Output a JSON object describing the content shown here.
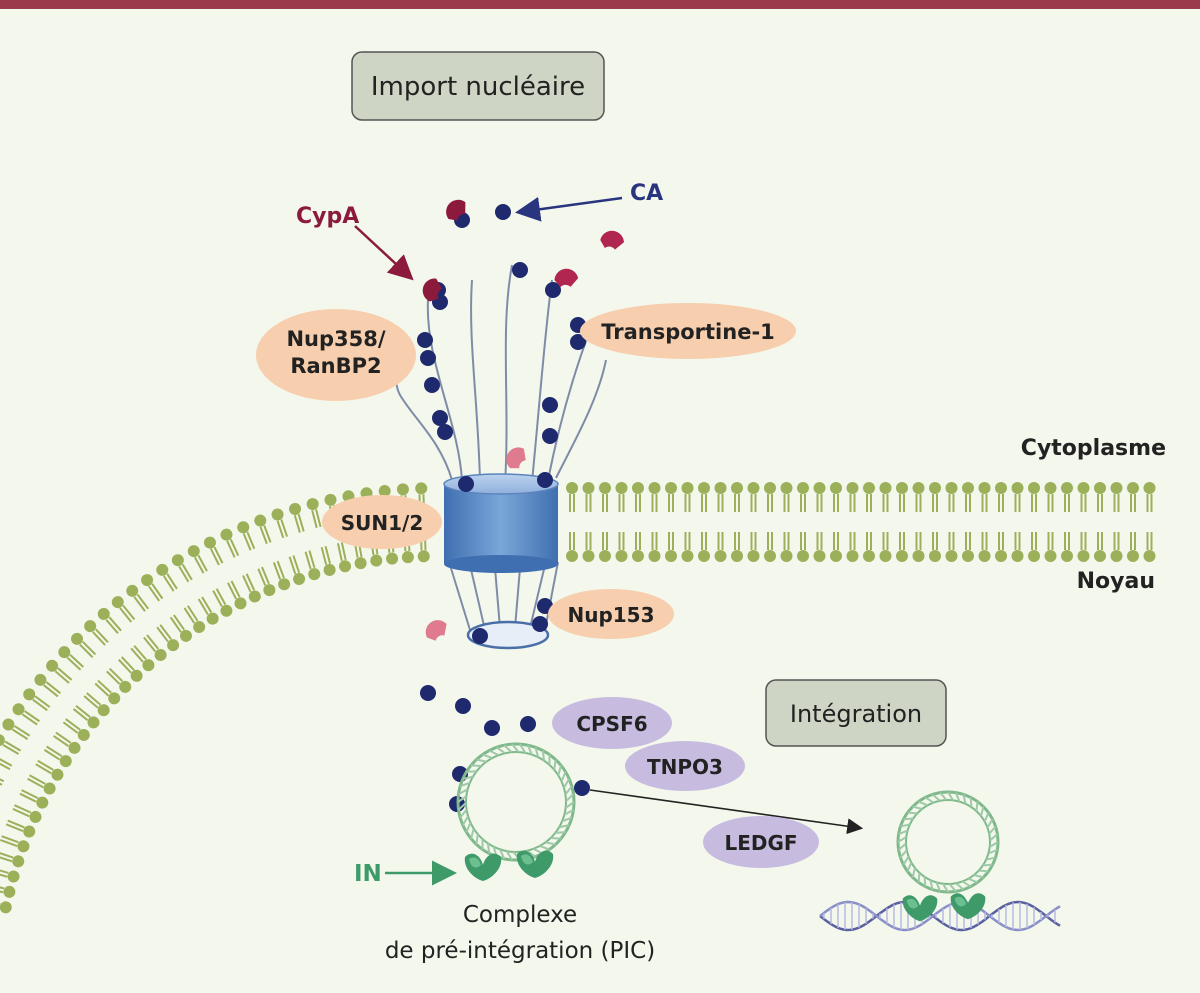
{
  "boxes": {
    "import": "Import nucléaire",
    "integration": "Intégration"
  },
  "arrow_labels": {
    "cypa": "CypA",
    "ca": "CA",
    "in": "IN"
  },
  "compartments": {
    "cytoplasm": "Cytoplasme",
    "nucleus": "Noyau"
  },
  "proteins": {
    "nup358_line1": "Nup358/",
    "nup358_line2": "RanBP2",
    "transportine": "Transportine-1",
    "sun": "SUN1/2",
    "nup153": "Nup153",
    "cpsf6": "CPSF6",
    "tnpo3": "TNPO3",
    "ledgf": "LEDGF"
  },
  "pic": {
    "line1": "Complexe",
    "line2": "de pré-intégration (PIC)"
  },
  "colors": {
    "top_bar": "#9b3a4a",
    "background": "#f3f7ec",
    "box_fill": "#cfd5c5",
    "capsid": "#1f2a6e",
    "cypa": "#8b1a3c",
    "membrane": "#9cb05a",
    "pore": "#4a7fc0",
    "peach": "#f7cfae",
    "lavender": "#c7bce0",
    "integrase": "#3f9a6a",
    "dna": "#7fb88a"
  }
}
